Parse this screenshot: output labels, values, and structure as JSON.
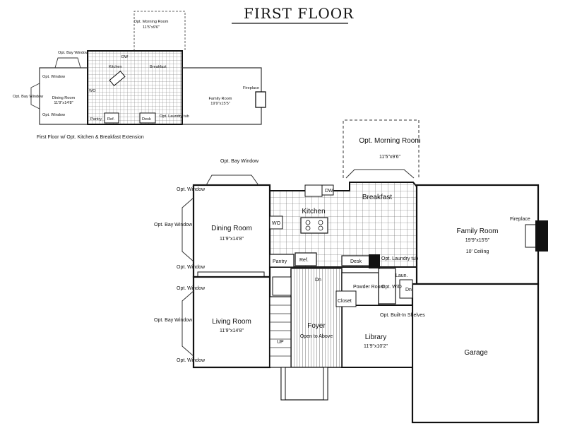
{
  "title": "FIRST FLOOR",
  "inset_caption": "First Floor w/ Opt. Kitchen & Breakfast Extension",
  "inset": {
    "morning_room": "Opt. Morning Room",
    "morning_room_dim": "11'5\"x9'6\"",
    "bay_window": "Opt. Bay Window",
    "kitchen": "Kitchen",
    "breakfast": "Breakfast",
    "dw": "DW",
    "opt_window": "Opt. Window",
    "wo": "WO",
    "dining_room": "Dining Room",
    "dining_room_dim": "11'9\"x14'8\"",
    "family_room": "Family Room",
    "family_room_dim": "19'9\"x15'5\"",
    "fireplace": "Fireplace",
    "pantry": "Pantry",
    "ref": "Ref.",
    "desk": "Desk",
    "laundry": "Opt. Laundry tub"
  },
  "main": {
    "morning_room": "Opt. Morning Room",
    "morning_room_dim": "11'5\"x9'6\"",
    "bay_window": "Opt. Bay Window",
    "opt_window": "Opt. Window",
    "dw": "DW",
    "breakfast": "Breakfast",
    "kitchen": "Kitchen",
    "wo": "WO",
    "dining_room": "Dining Room",
    "dining_room_dim": "11'9\"x14'8\"",
    "family_room": "Family Room",
    "family_room_dim": "19'9\"x15'5\"",
    "ceiling": "10' Ceiling",
    "fireplace": "Fireplace",
    "pantry": "Pantry",
    "ref": "Ref.",
    "dn": "Dn",
    "desk": "Desk",
    "laundry_tub": "Opt. Laundry tub",
    "laun": "Laun.",
    "powder_room": "Powder Room",
    "opt_wd": "Opt. W/D",
    "closet": "Closet",
    "built_in": "Opt. Built-In Shelves",
    "living_room": "Living Room",
    "living_room_dim": "11'9\"x14'8\"",
    "foyer": "Foyer",
    "open_to_above": "Open to Above",
    "up": "UP",
    "library": "Library",
    "library_dim": "11'9\"x10'2\"",
    "garage": "Garage"
  }
}
